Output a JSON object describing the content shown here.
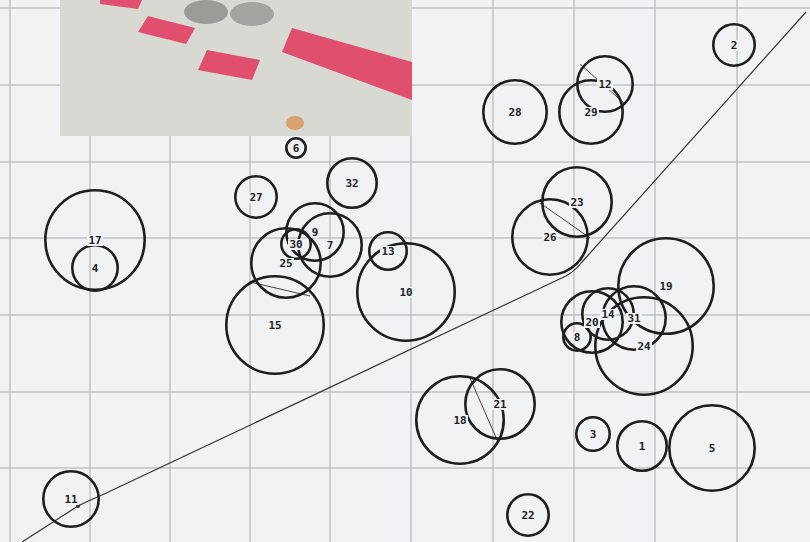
{
  "diagram": {
    "nodes": [
      {
        "text": [
          "2"
        ]
      },
      {
        "text": [
          "12"
        ]
      },
      {
        "text": [
          "28"
        ]
      },
      {
        "text": [
          "29"
        ]
      },
      {
        "text": [
          "6"
        ]
      },
      {
        "text": [
          "27"
        ]
      },
      {
        "text": [
          "32"
        ]
      },
      {
        "text": [
          "23"
        ]
      },
      {
        "text": [
          "17"
        ]
      },
      {
        "text": [
          "4"
        ],
        "in": 8
      },
      {
        "text": [
          "9"
        ]
      },
      {
        "text": [
          "30"
        ]
      },
      {
        "text": [
          "7"
        ]
      },
      {
        "text": [
          "26"
        ]
      },
      {
        "text": [
          "25"
        ]
      },
      {
        "text": [
          "13"
        ]
      },
      {
        "text": [
          "10"
        ]
      },
      {
        "text": [
          "19"
        ]
      },
      {
        "text": [
          "14"
        ]
      },
      {
        "text": [
          "20"
        ]
      },
      {
        "text": [
          "31"
        ]
      },
      {
        "text": [
          "8"
        ]
      },
      {
        "text": [
          "15"
        ]
      },
      {
        "text": [
          "24"
        ]
      },
      {
        "text": [
          "21"
        ]
      },
      {
        "text": [
          "18"
        ]
      },
      {
        "text": [
          "3"
        ]
      },
      {
        "text": [
          "1"
        ]
      },
      {
        "text": [
          "5"
        ]
      },
      {
        "text": [
          "11"
        ]
      },
      {
        "text": [
          "22"
        ]
      }
    ]
  }
}
